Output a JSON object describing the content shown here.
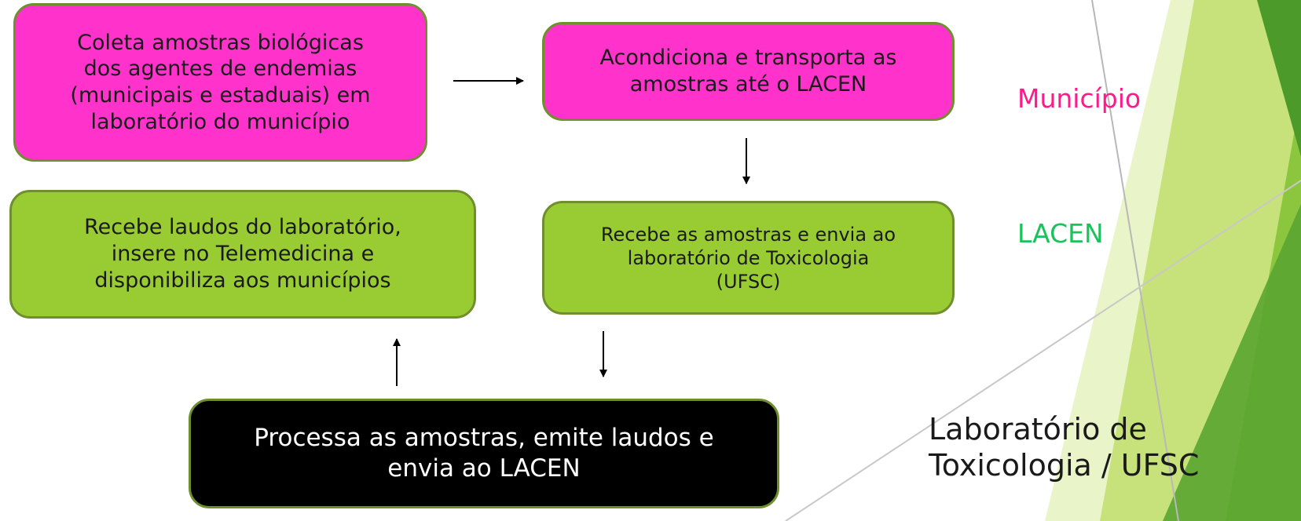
{
  "boxes": {
    "coleta": "Coleta amostras biológicas\ndos agentes de endemias\n(municipais e estaduais) em\nlaboratório do município",
    "acondiciona": "Acondiciona e transporta as\namostras até o LACEN",
    "recebe_laudos": "Recebe laudos do laboratório,\ninsere no Telemedicina e\ndisponibiliza aos municípios",
    "recebe_amostras": "Recebe as amostras e envia ao\nlaboratório de Toxicologia\n(UFSC)",
    "processa": "Processa as amostras, emite laudos e\nenvia ao LACEN"
  },
  "side_labels": {
    "municipio": "Município",
    "lacen": "LACEN",
    "laboratorio": "Laboratório de\nToxicologia / UFSC"
  },
  "colors": {
    "municipio_box": "#ff33cc",
    "lacen_box": "#99cc33",
    "ufsc_box": "#000000",
    "municipio_label": "#ff1a8c",
    "lacen_label": "#19c25a"
  }
}
